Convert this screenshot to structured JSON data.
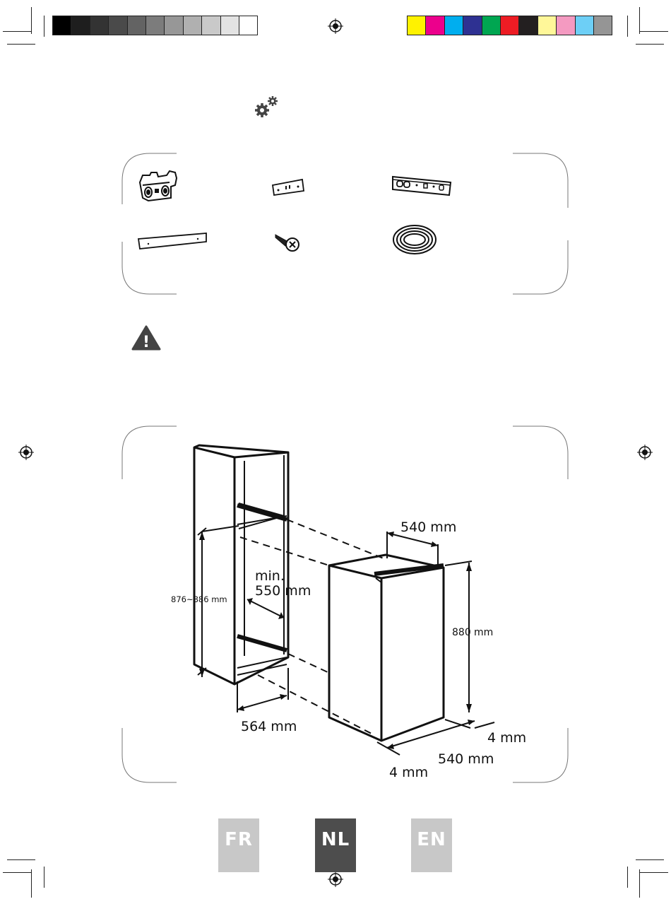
{
  "color_bar_left": [
    "#000000",
    "#1e1e1e",
    "#333333",
    "#4a4a4a",
    "#636363",
    "#7c7c7c",
    "#979797",
    "#b0b0b0",
    "#c9c9c9",
    "#e3e3e3",
    "#ffffff"
  ],
  "color_bar_right": [
    "#fff200",
    "#ec008c",
    "#00aeef",
    "#2e3192",
    "#00a651",
    "#ed1c24",
    "#231f20",
    "#fff799",
    "#f49ac1",
    "#6dcff6",
    "#959595"
  ],
  "icons": {
    "settings": "gears-icon",
    "warning": "warning-triangle-icon",
    "warning_symbol": "!"
  },
  "accessories": [
    "bracket-part",
    "small-plate-part",
    "long-rail-part",
    "flat-strip-part",
    "screw-part",
    "coiled-seal-part"
  ],
  "diagram": {
    "cabinet_width": "540 mm",
    "niche_height": "876~886 mm",
    "niche_min_label_1": "min.",
    "niche_min_label_2": "550 mm",
    "appliance_height_value": "880",
    "appliance_height_unit": "mm",
    "niche_depth": "564 mm",
    "gap_right": "4 mm",
    "appliance_depth": "540 mm",
    "gap_left": "4 mm"
  },
  "languages": [
    {
      "code": "FR",
      "color": "#c8c8c8",
      "active": false
    },
    {
      "code": "NL",
      "color": "#4d4d4d",
      "active": true
    },
    {
      "code": "EN",
      "color": "#c8c8c8",
      "active": false
    }
  ]
}
